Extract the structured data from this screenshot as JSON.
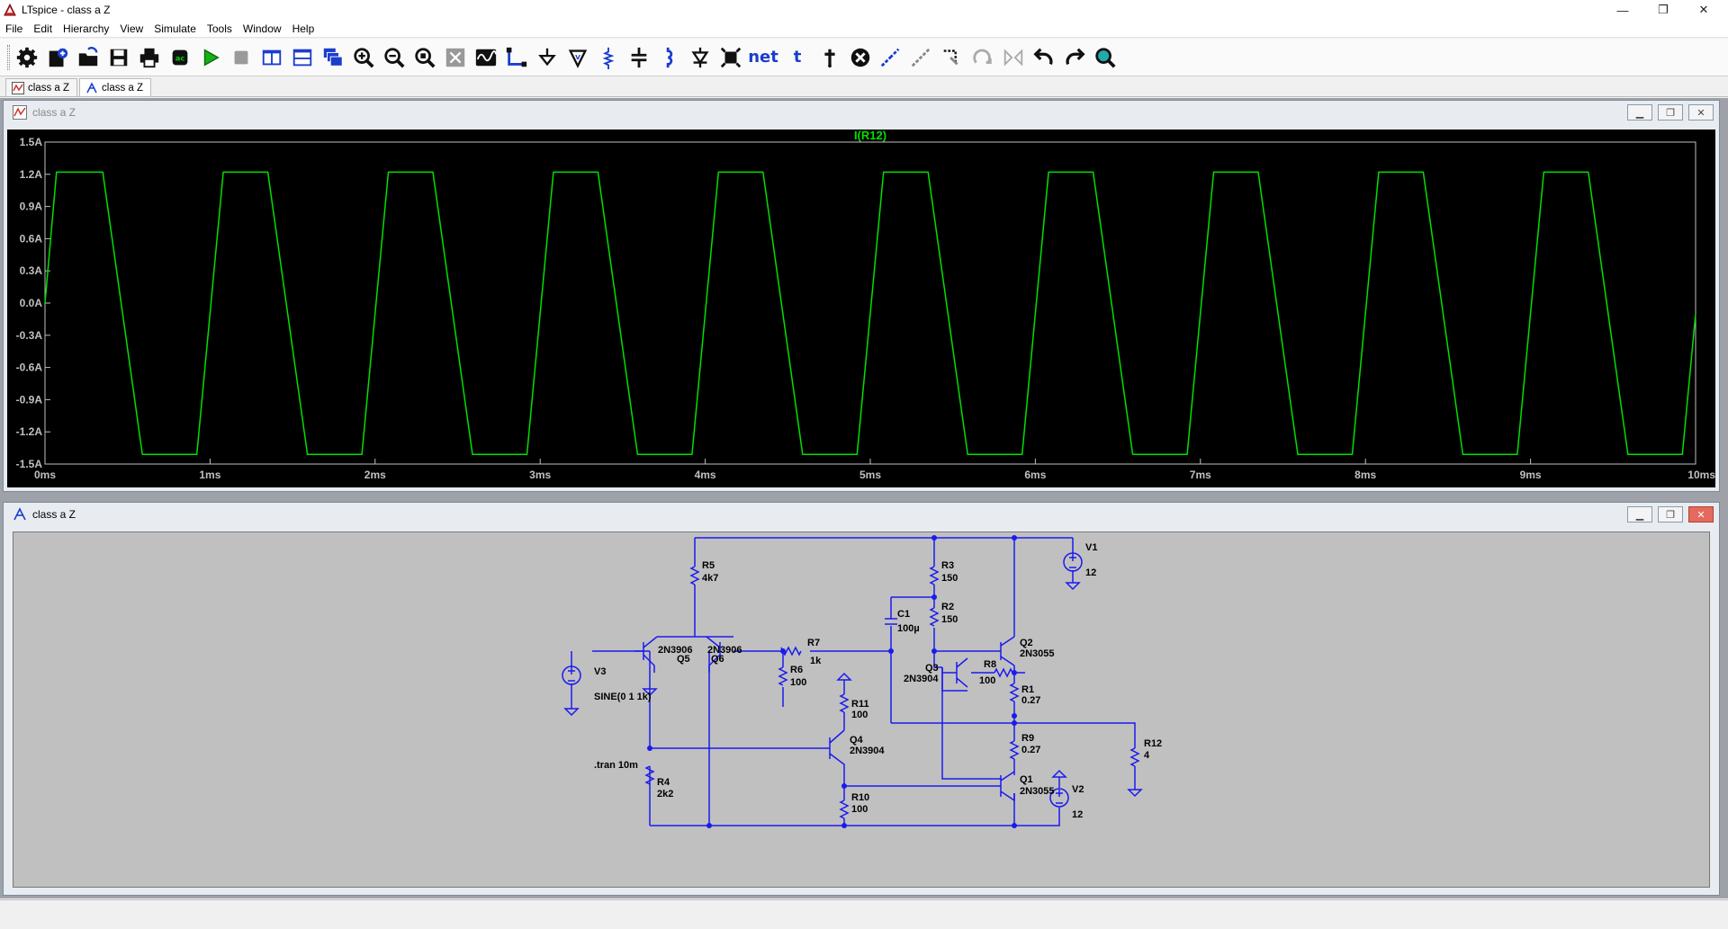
{
  "window": {
    "title": "LTspice - class a Z",
    "controls": {
      "minimize": "—",
      "maximize": "❐",
      "close": "✕"
    }
  },
  "menu": [
    "File",
    "Edit",
    "Hierarchy",
    "View",
    "Simulate",
    "Tools",
    "Window",
    "Help"
  ],
  "toolbar": {
    "net_label": "net",
    "text_label": "t"
  },
  "tabs": [
    {
      "label": "class a Z",
      "icon": "waveform-icon"
    },
    {
      "label": "class a Z",
      "icon": "schematic-icon"
    }
  ],
  "waveform_window": {
    "title": "class a Z",
    "trace_name": "I(R12)",
    "trace_color": "#00e000"
  },
  "schematic_window": {
    "title": "class a Z",
    "components": {
      "R5": {
        "name": "R5",
        "value": "4k7"
      },
      "R3": {
        "name": "R3",
        "value": "150"
      },
      "R2": {
        "name": "R2",
        "value": "150"
      },
      "C1": {
        "name": "C1",
        "value": "100µ"
      },
      "V1": {
        "name": "V1",
        "value": "12"
      },
      "Q5": {
        "name": "Q5",
        "model": "2N3906"
      },
      "Q6": {
        "name": "Q6",
        "model": "2N3906"
      },
      "R7": {
        "name": "R7",
        "value": "1k"
      },
      "R6": {
        "name": "R6",
        "value": "100"
      },
      "V3": {
        "name": "V3",
        "value": "SINE(0 1 1k)"
      },
      "Q2": {
        "name": "Q2",
        "model": "2N3055"
      },
      "Q3": {
        "name": "Q3",
        "model": "2N3904"
      },
      "R8": {
        "name": "R8",
        "value": "100"
      },
      "R1": {
        "name": "R1",
        "value": "0.27"
      },
      "R11": {
        "name": "R11",
        "value": "100"
      },
      "Q4": {
        "name": "Q4",
        "model": "2N3904"
      },
      "R9": {
        "name": "R9",
        "value": "0.27"
      },
      "R12": {
        "name": "R12",
        "value": "4"
      },
      "R4": {
        "name": "R4",
        "value": "2k2"
      },
      "R10": {
        "name": "R10",
        "value": "100"
      },
      "Q1": {
        "name": "Q1",
        "model": "2N3055"
      },
      "V2": {
        "name": "V2",
        "value": "12"
      }
    },
    "directive": ".tran 10m"
  },
  "chart_data": {
    "type": "line",
    "title": "I(R12)",
    "xlabel": "",
    "ylabel": "",
    "x_ticks": [
      "0ms",
      "1ms",
      "2ms",
      "3ms",
      "4ms",
      "5ms",
      "6ms",
      "7ms",
      "8ms",
      "9ms",
      "10ms"
    ],
    "y_ticks": [
      "1.5A",
      "1.2A",
      "0.9A",
      "0.6A",
      "0.3A",
      "0.0A",
      "-0.3A",
      "-0.6A",
      "-0.9A",
      "-1.2A",
      "-1.5A"
    ],
    "xlim": [
      0,
      10
    ],
    "ylim": [
      -1.5,
      1.5
    ],
    "grid": false,
    "series": [
      {
        "color": "#00e000",
        "x": [
          0,
          0.07,
          0.35,
          0.59,
          0.92,
          1.08,
          1.35,
          1.59,
          1.92,
          2.08,
          2.35,
          2.59,
          2.92,
          3.08,
          3.35,
          3.59,
          3.92,
          4.08,
          4.35,
          4.59,
          4.92,
          5.08,
          5.35,
          5.59,
          5.92,
          6.08,
          6.35,
          6.59,
          6.92,
          7.08,
          7.35,
          7.59,
          7.92,
          8.08,
          8.35,
          8.59,
          8.92,
          9.08,
          9.35,
          9.59,
          9.92,
          10.0
        ],
        "values": [
          0,
          1.22,
          1.22,
          -1.41,
          -1.41,
          1.22,
          1.22,
          -1.41,
          -1.41,
          1.22,
          1.22,
          -1.41,
          -1.41,
          1.22,
          1.22,
          -1.41,
          -1.41,
          1.22,
          1.22,
          -1.41,
          -1.41,
          1.22,
          1.22,
          -1.41,
          -1.41,
          1.22,
          1.22,
          -1.41,
          -1.41,
          1.22,
          1.22,
          -1.41,
          -1.41,
          1.22,
          1.22,
          -1.41,
          -1.41,
          1.22,
          1.22,
          -1.41,
          -1.41,
          -0.1
        ]
      }
    ]
  }
}
